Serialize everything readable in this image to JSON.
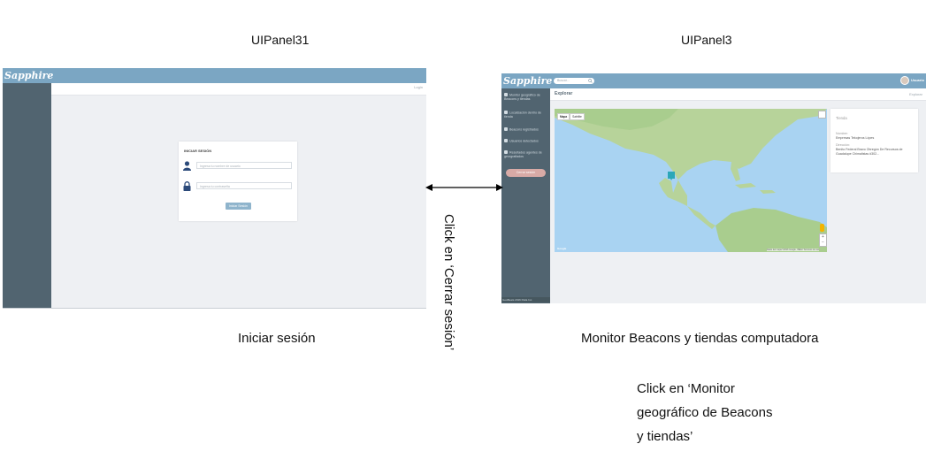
{
  "panels": [
    {
      "id": "left",
      "title": "UIPanel31",
      "caption": "Iniciar sesión"
    },
    {
      "id": "right",
      "title": "UIPanel3",
      "caption": "Monitor Beacons y tiendas computadora"
    }
  ],
  "transition_label": "Click en ‘Cerrar sesión’",
  "note": {
    "lines": [
      "Click en ‘Monitor",
      "geográfico de Beacons",
      "y tiendas’"
    ]
  },
  "login_screen": {
    "logo": "Sapphire",
    "top_link": "Login",
    "card_title": "INICIAR SESIÓN",
    "username_placeholder": "Ingresa tu nombre de usuario",
    "password_placeholder": "Ingresa tu contraseña",
    "submit_label": "Iniciar Sesión"
  },
  "monitor_screen": {
    "logo": "Sapphire",
    "search_placeholder": "Buscar...",
    "user_name": "Usuario",
    "page_title": "Explorar",
    "breadcrumb": "Explorar",
    "sidebar": {
      "items": [
        "Monitor geográfico de Beacons y tiendas",
        "Localización dentro de tienda",
        "Beacons registrados",
        "Usuarios detectados",
        "Resultados agentes de georgrafiados"
      ],
      "logout_label": "Cerrar sesión",
      "footer": "GeoBeats 2016 Paila Inc."
    },
    "map": {
      "tab_map": "Mapa",
      "tab_satellite": "Satélite",
      "brand": "Google",
      "attribution": "Datos del mapa ©2016 Google, INEGI Términos de uso"
    },
    "info_panel": {
      "label_tienda": "Tienda",
      "label_nombre": "Nombre:",
      "value_nombre": "Empresas Tekojeros Lópes",
      "label_direccion": "Dirección:",
      "value_direccion": "Benito Federal Bravo Obregón De Recursos de Guadalupe Chimalistas #302..."
    }
  },
  "colors": {
    "topbar": "#7ba6c3",
    "sidebar": "#516470",
    "content_bg": "#eef0f3",
    "map_water": "#a9d3f2",
    "logout_button": "#d8aaa6"
  }
}
